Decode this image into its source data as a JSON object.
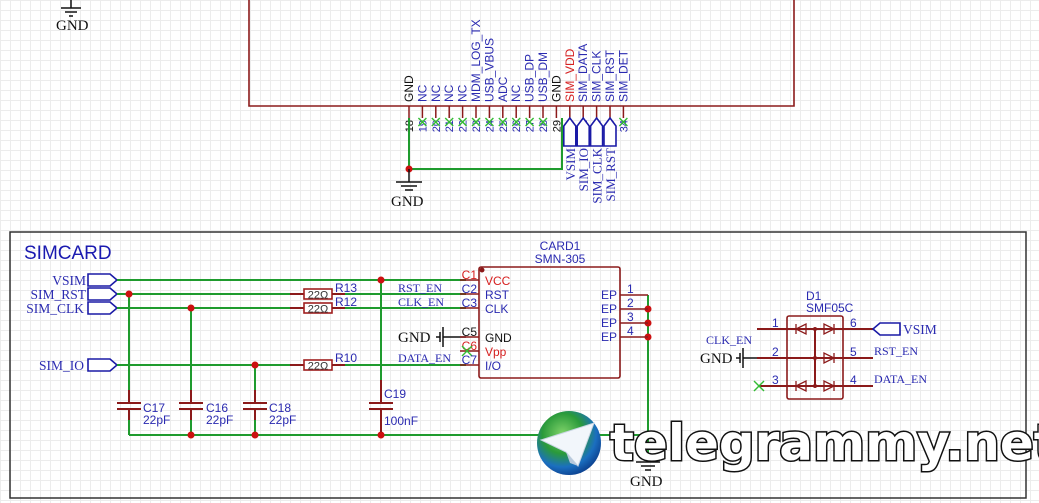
{
  "module": {
    "pins": [
      {
        "num": "18",
        "name": "GND",
        "name_color": "black",
        "num_color": "black"
      },
      {
        "num": "19",
        "name": "NC",
        "name_color": "blue",
        "num_color": "blue"
      },
      {
        "num": "20",
        "name": "NC",
        "name_color": "blue",
        "num_color": "blue"
      },
      {
        "num": "21",
        "name": "NC",
        "name_color": "blue",
        "num_color": "blue"
      },
      {
        "num": "22",
        "name": "NC",
        "name_color": "blue",
        "num_color": "blue"
      },
      {
        "num": "23",
        "name": "MDM_LOG_TX",
        "name_color": "blue",
        "num_color": "blue"
      },
      {
        "num": "24",
        "name": "USB_VBUS",
        "name_color": "blue",
        "num_color": "blue"
      },
      {
        "num": "25",
        "name": "ADC",
        "name_color": "blue",
        "num_color": "blue"
      },
      {
        "num": "26",
        "name": "NC",
        "name_color": "blue",
        "num_color": "blue"
      },
      {
        "num": "27",
        "name": "USB_DP",
        "name_color": "blue",
        "num_color": "blue"
      },
      {
        "num": "28",
        "name": "USB_DM",
        "name_color": "blue",
        "num_color": "blue"
      },
      {
        "num": "29",
        "name": "GND",
        "name_color": "black",
        "num_color": "black"
      },
      {
        "num": "30",
        "name": "SIM_VDD",
        "name_color": "red",
        "num_color": "red"
      },
      {
        "num": "31",
        "name": "SIM_DATA",
        "name_color": "blue",
        "num_color": "blue"
      },
      {
        "num": "32",
        "name": "SIM_CLK",
        "name_color": "blue",
        "num_color": "blue"
      },
      {
        "num": "33",
        "name": "SIM_RST",
        "name_color": "blue",
        "num_color": "blue"
      },
      {
        "num": "34",
        "name": "SIM_DET",
        "name_color": "blue",
        "num_color": "blue"
      }
    ],
    "net_ports": [
      "VSIM",
      "SIM_IO",
      "SIM_CLK",
      "SIM_RST"
    ],
    "gnd_label": "GND",
    "top_gnd_label": "GND"
  },
  "simcard": {
    "title": "SIMCARD",
    "ports": [
      {
        "label": "VSIM"
      },
      {
        "label": "SIM_RST"
      },
      {
        "label": "SIM_CLK"
      },
      {
        "label": "SIM_IO"
      }
    ],
    "resistors": [
      {
        "ref": "R13",
        "value": "22Ω"
      },
      {
        "ref": "R12",
        "value": "22Ω"
      },
      {
        "ref": "R10",
        "value": "22Ω"
      }
    ],
    "capacitors": [
      {
        "ref": "C17",
        "value": "22pF"
      },
      {
        "ref": "C16",
        "value": "22pF"
      },
      {
        "ref": "C18",
        "value": "22pF"
      },
      {
        "ref": "C19",
        "value": "100nF"
      }
    ],
    "net_labels": {
      "rst_en": "RST_EN",
      "clk_en": "CLK_EN",
      "data_en": "DATA_EN"
    },
    "gnd_label": "GND",
    "bottom_gnd_label": "GND",
    "card": {
      "ref": "CARD1",
      "part": "SMN-305",
      "left_pins": [
        {
          "num": "C1",
          "name": "VCC",
          "color": "red"
        },
        {
          "num": "C2",
          "name": "RST",
          "color": "blue"
        },
        {
          "num": "C3",
          "name": "CLK",
          "color": "blue"
        },
        {
          "num": "C5",
          "name": "GND",
          "color": "black"
        },
        {
          "num": "C6",
          "name": "Vpp",
          "color": "red"
        },
        {
          "num": "C7",
          "name": "I/O",
          "color": "blue"
        }
      ],
      "right_pins": [
        {
          "num": "1",
          "name": "EP"
        },
        {
          "num": "2",
          "name": "EP"
        },
        {
          "num": "3",
          "name": "EP"
        },
        {
          "num": "4",
          "name": "EP"
        }
      ]
    },
    "tvs": {
      "ref": "D1",
      "part": "SMF05C",
      "left_pins": [
        "1",
        "2",
        "3"
      ],
      "right_pins": [
        "6",
        "5",
        "4"
      ],
      "left_labels": {
        "clk_en": "CLK_EN",
        "gnd": "GND"
      },
      "right_labels": {
        "vsim": "VSIM",
        "rst_en": "RST_EN",
        "data_en": "DATA_EN"
      }
    }
  },
  "watermark": {
    "text": "telegrammy.net"
  }
}
